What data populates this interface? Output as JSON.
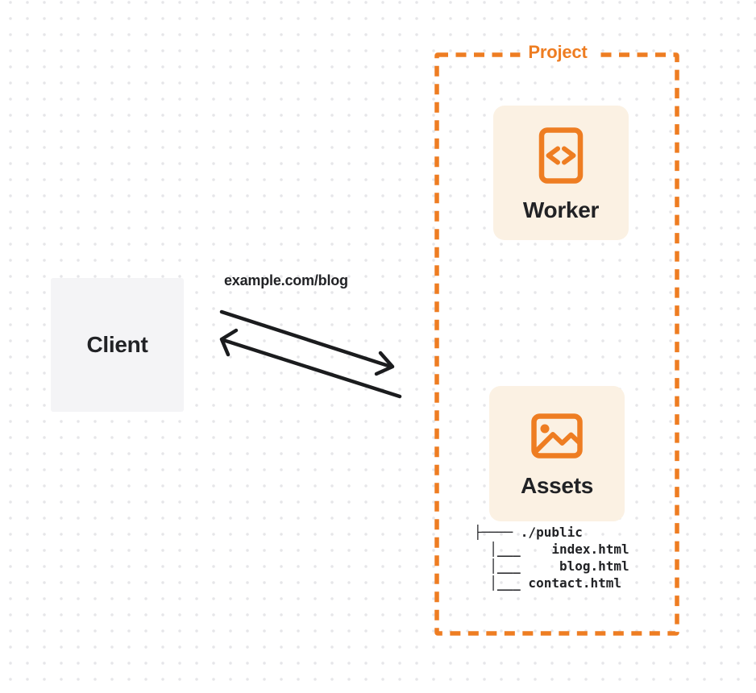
{
  "colors": {
    "orange": "#EE7D22",
    "card_bg": "#FBF1E3",
    "client_bg": "#F4F4F6",
    "text_dark": "#212225",
    "arrow": "#1B1C1E",
    "dot": "#E6E6E9",
    "canvas_bg": "#FFFFFF"
  },
  "client": {
    "label": "Client"
  },
  "request": {
    "label": "example.com/blog"
  },
  "project": {
    "label": "Project",
    "worker": {
      "label": "Worker",
      "icon": "code-document-icon"
    },
    "assets": {
      "label": "Assets",
      "icon": "image-icon",
      "file_tree": [
        "├──── ./public",
        "  │___    index.html",
        "  │___     blog.html",
        "  │___ contact.html"
      ]
    }
  },
  "arrows": [
    {
      "name": "request-arrow",
      "direction": "client-to-project"
    },
    {
      "name": "response-arrow",
      "direction": "project-to-client"
    }
  ]
}
